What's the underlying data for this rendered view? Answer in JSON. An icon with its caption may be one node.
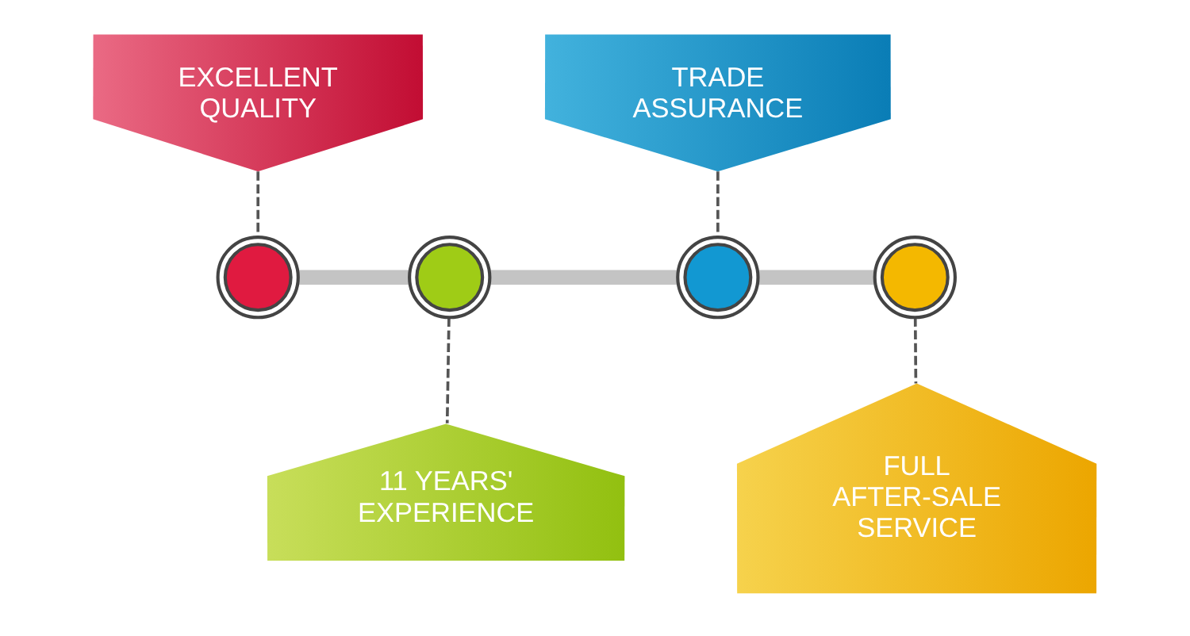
{
  "diagram": {
    "nodes": [
      {
        "text": [
          "EXCELLENT QUALITY"
        ]
      },
      {
        "text": [
          "11 YEARS' EXPERIENCE"
        ]
      },
      {
        "text": [
          "TRADE ASSURANCE"
        ]
      },
      {
        "text": [
          "FULL AFTER-SALE SERVICE"
        ]
      },
      {
        "text": [],
        "shape": "circle"
      },
      {
        "text": [],
        "shape": "circle"
      },
      {
        "text": [],
        "shape": "circle"
      },
      {
        "text": [],
        "shape": "circle"
      }
    ],
    "edges": [
      {
        "from": 0,
        "to": 4,
        "arrow": "none",
        "style": "dashed"
      },
      {
        "from": 5,
        "to": 1,
        "arrow": "none",
        "style": "dashed"
      },
      {
        "from": 2,
        "to": 6,
        "arrow": "none",
        "style": "dashed"
      },
      {
        "from": 7,
        "to": 3,
        "arrow": "none",
        "style": "dashed"
      },
      {
        "from": 4,
        "to": 5,
        "arrow": "none",
        "style": "thick",
        "color": "#c4c4c4"
      },
      {
        "from": 5,
        "to": 6,
        "arrow": "none",
        "style": "thick",
        "color": "#c4c4c4"
      },
      {
        "from": 6,
        "to": 7,
        "arrow": "none",
        "style": "thick",
        "color": "#c4c4c4"
      }
    ]
  }
}
